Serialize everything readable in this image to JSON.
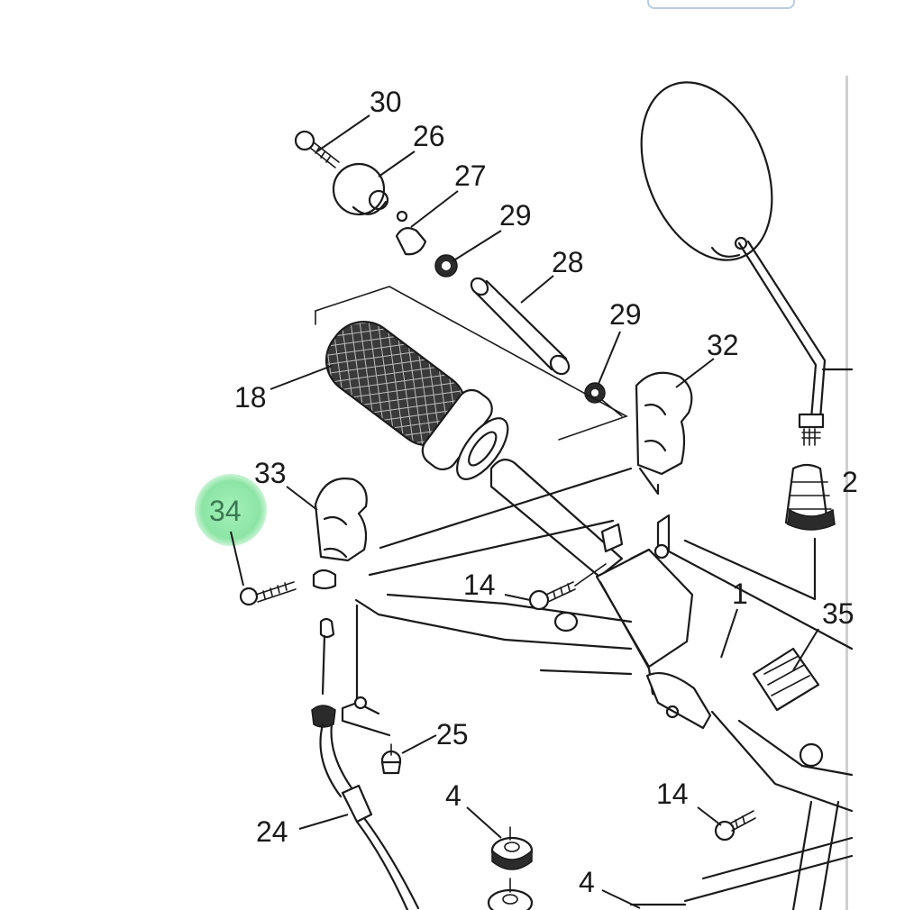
{
  "parts": [
    {
      "id": "p30",
      "number": "30"
    },
    {
      "id": "p26",
      "number": "26"
    },
    {
      "id": "p27",
      "number": "27"
    },
    {
      "id": "p29a",
      "number": "29"
    },
    {
      "id": "p28",
      "number": "28"
    },
    {
      "id": "p29b",
      "number": "29"
    },
    {
      "id": "p32",
      "number": "32"
    },
    {
      "id": "p18",
      "number": "18"
    },
    {
      "id": "p33",
      "number": "33"
    },
    {
      "id": "p34",
      "number": "34"
    },
    {
      "id": "p14a",
      "number": "14"
    },
    {
      "id": "p1",
      "number": "1"
    },
    {
      "id": "p35",
      "number": "35"
    },
    {
      "id": "p25",
      "number": "25"
    },
    {
      "id": "p24",
      "number": "24"
    },
    {
      "id": "p4a",
      "number": "4"
    },
    {
      "id": "p14b",
      "number": "14"
    },
    {
      "id": "p4b",
      "number": "4"
    },
    {
      "id": "p2",
      "number": "2"
    }
  ],
  "highlight": {
    "number": "34",
    "color": "#8fe3a8",
    "text_color": "#3a7a52"
  },
  "colors": {
    "ink": "#1a1a1a",
    "background": "#ffffff"
  }
}
